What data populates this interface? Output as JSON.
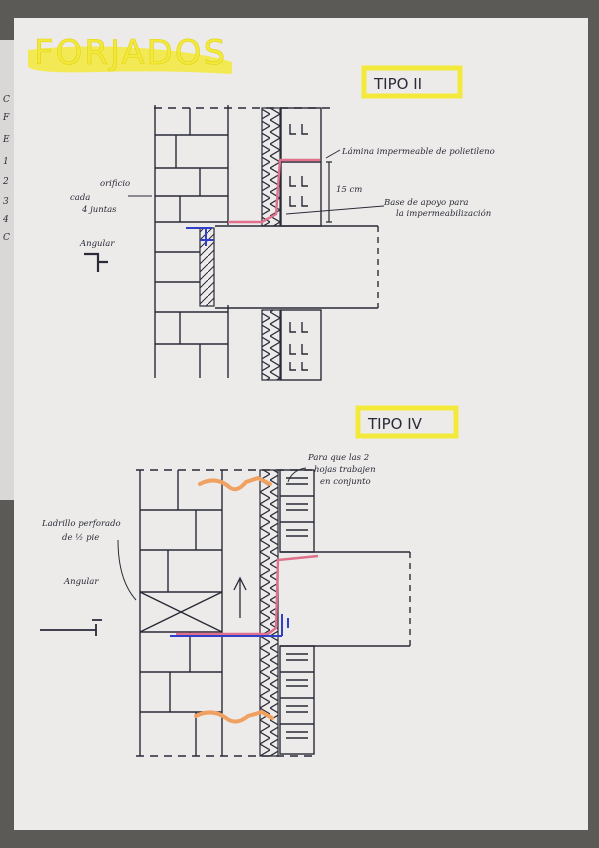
{
  "heading": "FORJADOS",
  "margin_notes": [
    "C",
    "F",
    "E",
    "1",
    "2",
    "3",
    "4",
    "C"
  ],
  "tipo_ii": {
    "label": "TIPO II",
    "orificio": "orificio",
    "cada": "cada",
    "juntas": "4 juntas",
    "angular": "Angular",
    "lamina_line1": "Lámina impermeable de polietileno",
    "dimension": "15 cm",
    "base_line1": "Base de apoyo para",
    "base_line2": "la impermeabilización"
  },
  "tipo_iv": {
    "label": "TIPO IV",
    "note_line1": "Para que las 2",
    "note_line2": "hojas trabajen",
    "note_line3": "en conjunto",
    "ladrillo_line1": "Ladrillo perforado",
    "ladrillo_line2": "de ½ pie",
    "angular": "Angular"
  },
  "colors": {
    "paper": "#ecebe9",
    "ink": "#2a2a38",
    "highlighter": "#f3e93a",
    "membrane": "#e0708c",
    "blue": "#3040c8",
    "orange": "#f0a060",
    "background": "#5b5a57"
  }
}
